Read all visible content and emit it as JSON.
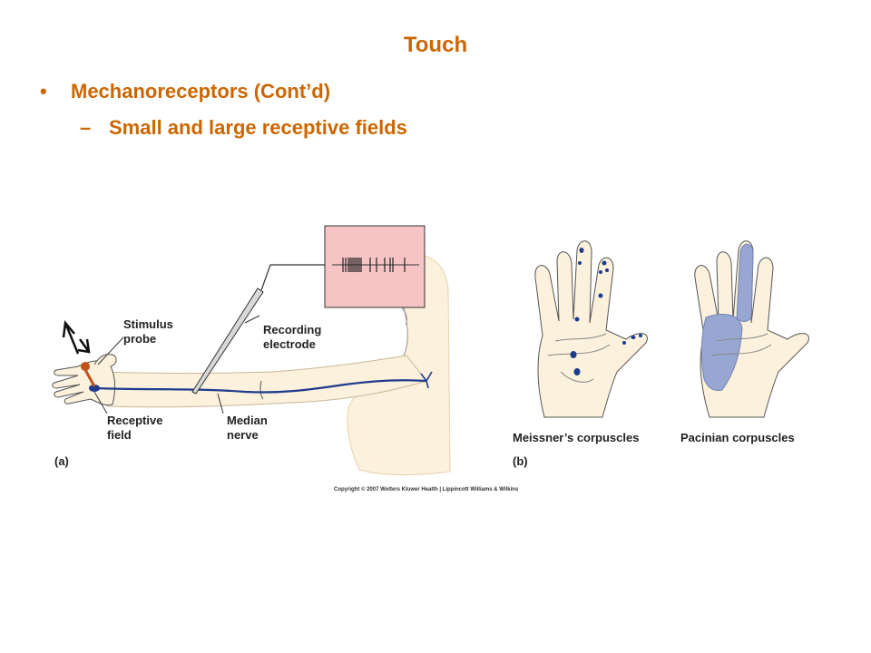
{
  "slide": {
    "title": "Touch",
    "bullet_mark": "•",
    "bullet": "Mechanoreceptors (Cont’d)",
    "sub_mark": "–",
    "sub_bullet": "Small and large receptive fields"
  },
  "figure": {
    "panel_a": {
      "label": "(a)",
      "stimulus_probe": [
        "Stimulus",
        "probe"
      ],
      "recording_electrode": [
        "Recording",
        "electrode"
      ],
      "receptive_field": [
        "Receptive",
        "field"
      ],
      "median_nerve": [
        "Median",
        "nerve"
      ]
    },
    "panel_b": {
      "label": "(b)",
      "meissner": "Meissner’s corpuscles",
      "pacinian": "Pacinian corpuscles"
    },
    "copyright": "Copyright © 2007 Wolters Kluwer Health | Lippincott Williams & Wilkins",
    "colors": {
      "skin": "#fbf1dc",
      "nerve": "#1e3c8c",
      "recording_panel": "#f6c4c4",
      "probe": "#c0501c",
      "field_shade": "#97a7d2",
      "title_orange": "#cc6600"
    }
  }
}
